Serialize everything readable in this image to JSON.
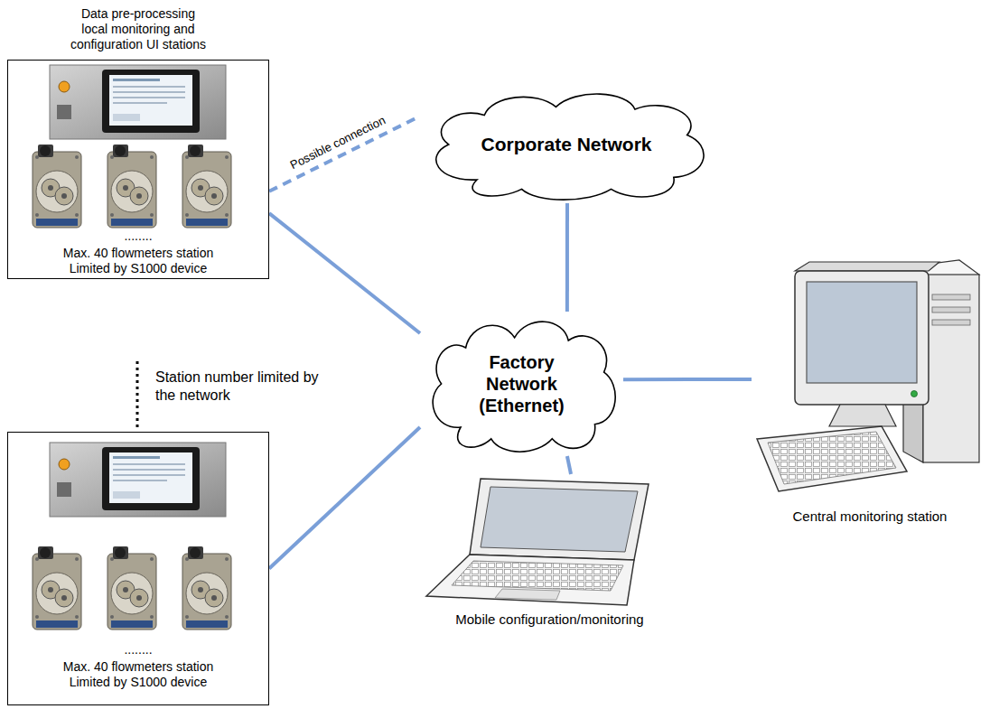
{
  "diagram": {
    "nodes": [
      {
        "text": [
          "Data pre-processing local monitoring and configuration UI stations",
          "........",
          "Max. 40 flowmeters station Limited by S1000 device"
        ]
      },
      {
        "text": [
          "Corporate Network"
        ]
      },
      {
        "text": [
          "Factory Network (Ethernet)"
        ]
      },
      {
        "text": [
          "Central monitoring station"
        ]
      },
      {
        "text": [
          "........",
          "Max. 40 flowmeters station Limited by S1000 device"
        ]
      },
      {
        "text": [
          "Mobile configuration/monitoring"
        ]
      }
    ],
    "edges": [
      {
        "from": 0,
        "to": 1,
        "label": "Possible connection",
        "arrow": "none"
      },
      {
        "from": 0,
        "to": 2,
        "arrow": "none"
      },
      {
        "from": 1,
        "to": 2,
        "arrow": "none"
      },
      {
        "from": 2,
        "to": 3,
        "arrow": "none"
      },
      {
        "from": 2,
        "to": 5,
        "arrow": "none"
      },
      {
        "from": 4,
        "to": 2,
        "arrow": "none"
      }
    ],
    "labels": [
      "Station number limited by the network"
    ]
  }
}
